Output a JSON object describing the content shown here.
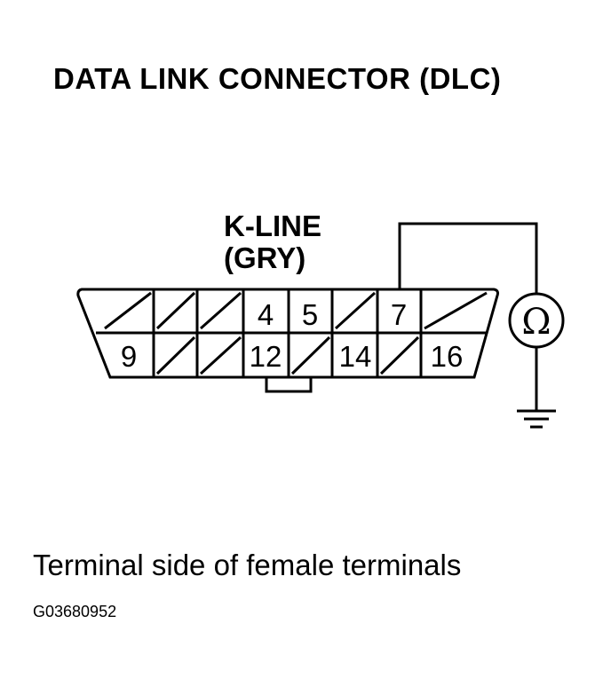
{
  "title": "DATA LINK CONNECTOR (DLC)",
  "wire_label_line1": "K-LINE",
  "wire_label_line2": "(GRY)",
  "meter_symbol": "Ω",
  "terminals_top": [
    "",
    "",
    "",
    "4",
    "5",
    "",
    "7",
    ""
  ],
  "terminals_bottom": [
    "9",
    "",
    "",
    "12",
    "",
    "14",
    "",
    "16"
  ],
  "caption": "Terminal side of female terminals",
  "figure_code": "G03680952",
  "colors": {
    "ink": "#000000",
    "paper": "#ffffff"
  }
}
